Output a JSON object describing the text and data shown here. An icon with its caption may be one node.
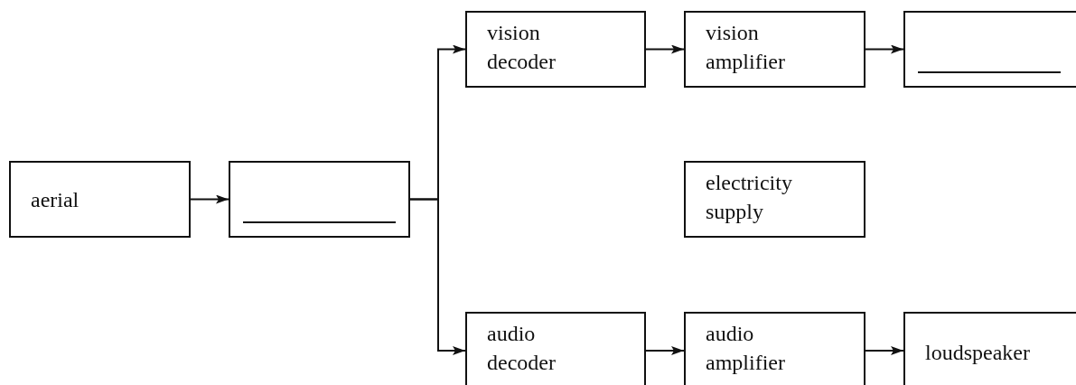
{
  "diagram": {
    "nodes": [
      {
        "text": [
          "aerial"
        ]
      },
      {
        "text": [],
        "shape": "box"
      },
      {
        "text": [
          "vision decoder"
        ]
      },
      {
        "text": [
          "vision amplifier"
        ]
      },
      {
        "text": [],
        "shape": "box"
      },
      {
        "text": [
          "electricity supply"
        ]
      },
      {
        "text": [
          "audio decoder"
        ]
      },
      {
        "text": [
          "audio amplifier"
        ]
      },
      {
        "text": [
          "loudspeaker"
        ]
      }
    ],
    "edges": [
      {
        "from": 0,
        "to": 1,
        "arrow": "to"
      },
      {
        "from": 1,
        "to": 2,
        "arrow": "to"
      },
      {
        "from": 1,
        "to": 6,
        "arrow": "to"
      },
      {
        "from": 2,
        "to": 3,
        "arrow": "to"
      },
      {
        "from": 3,
        "to": 4,
        "arrow": "to"
      },
      {
        "from": 6,
        "to": 7,
        "arrow": "to"
      },
      {
        "from": 7,
        "to": 8,
        "arrow": "to"
      }
    ]
  }
}
